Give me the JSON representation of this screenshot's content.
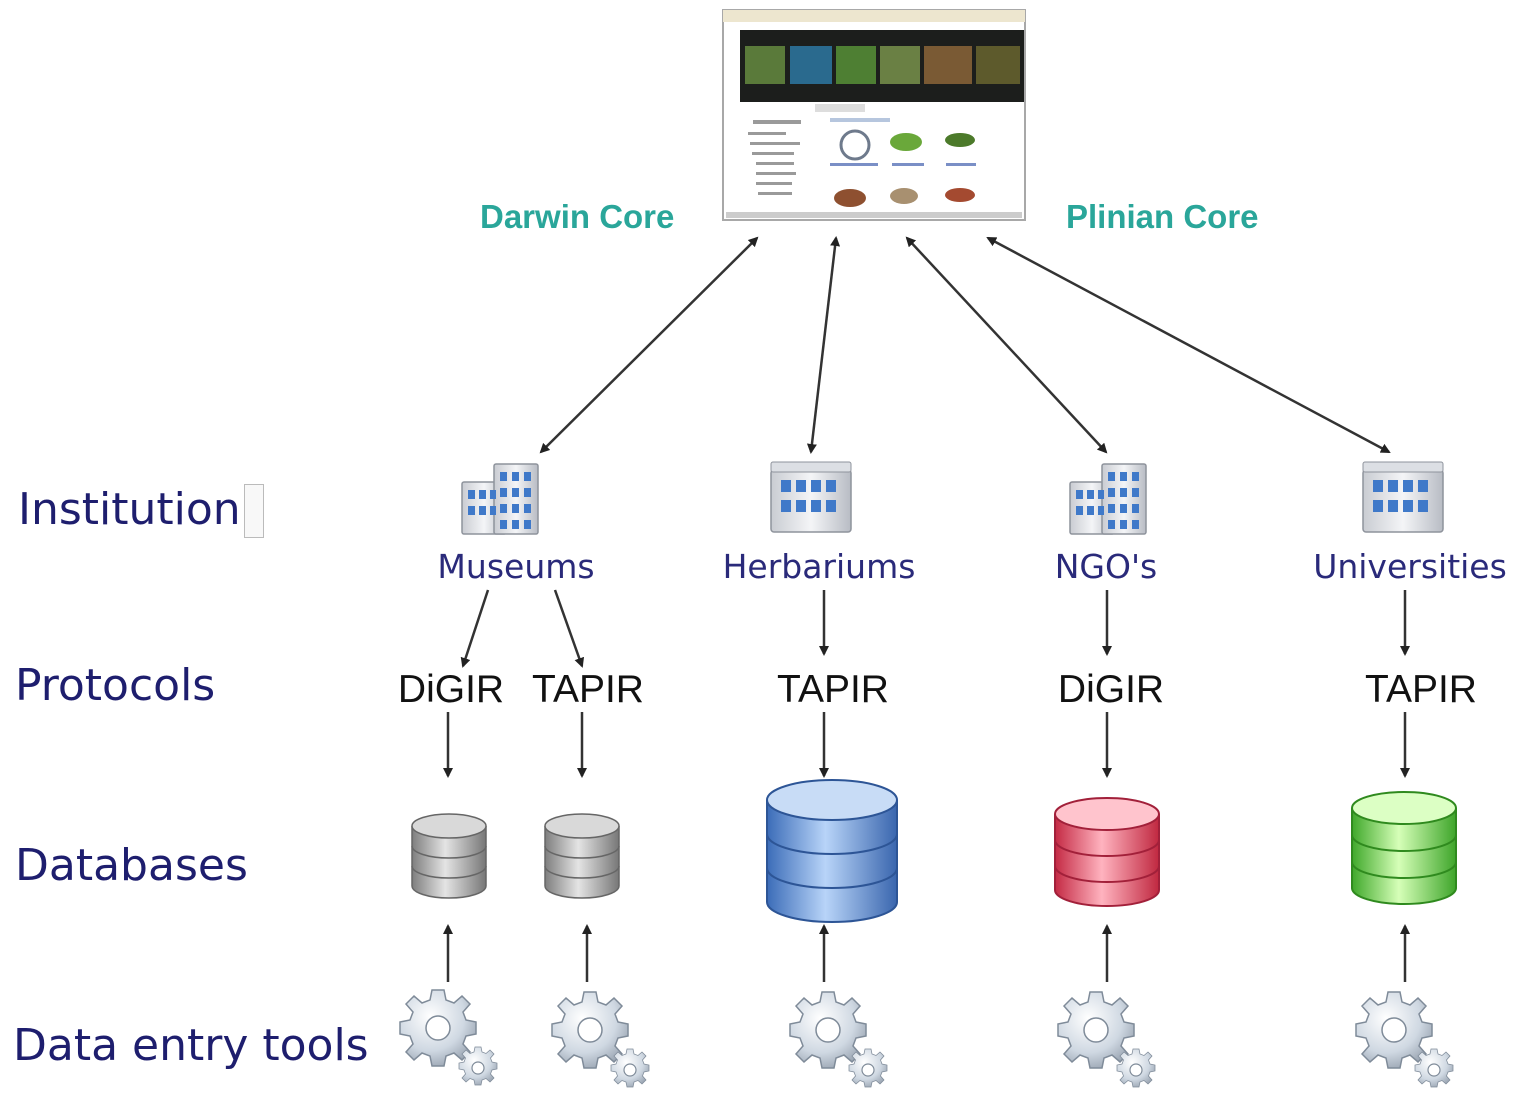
{
  "rows": {
    "institutions": "Institution",
    "protocols": "Protocols",
    "databases": "Databases",
    "tools": "Data entry tools"
  },
  "standards": {
    "left": "Darwin Core",
    "right": "Plinian Core"
  },
  "institutions": [
    {
      "name": "Museums"
    },
    {
      "name": "Herbariums"
    },
    {
      "name": "NGO's"
    },
    {
      "name": "Universities"
    }
  ],
  "protocols": [
    "DiGIR",
    "TAPIR",
    "TAPIR",
    "DiGIR",
    "TAPIR"
  ],
  "databases": [
    {
      "color": "gray"
    },
    {
      "color": "gray"
    },
    {
      "color": "blue"
    },
    {
      "color": "red"
    },
    {
      "color": "green"
    }
  ],
  "icons": {
    "portal": "portal-screenshot-icon",
    "institution": "building-icon",
    "database": "database-icon",
    "tool": "gears-icon"
  },
  "colors": {
    "label_navy": "#1e1e6e",
    "standard_teal": "#2aa69a",
    "db_gray": "#9a9a9a",
    "db_blue": "#5b8fd6",
    "db_red": "#e0566e",
    "db_green": "#6ed652"
  }
}
